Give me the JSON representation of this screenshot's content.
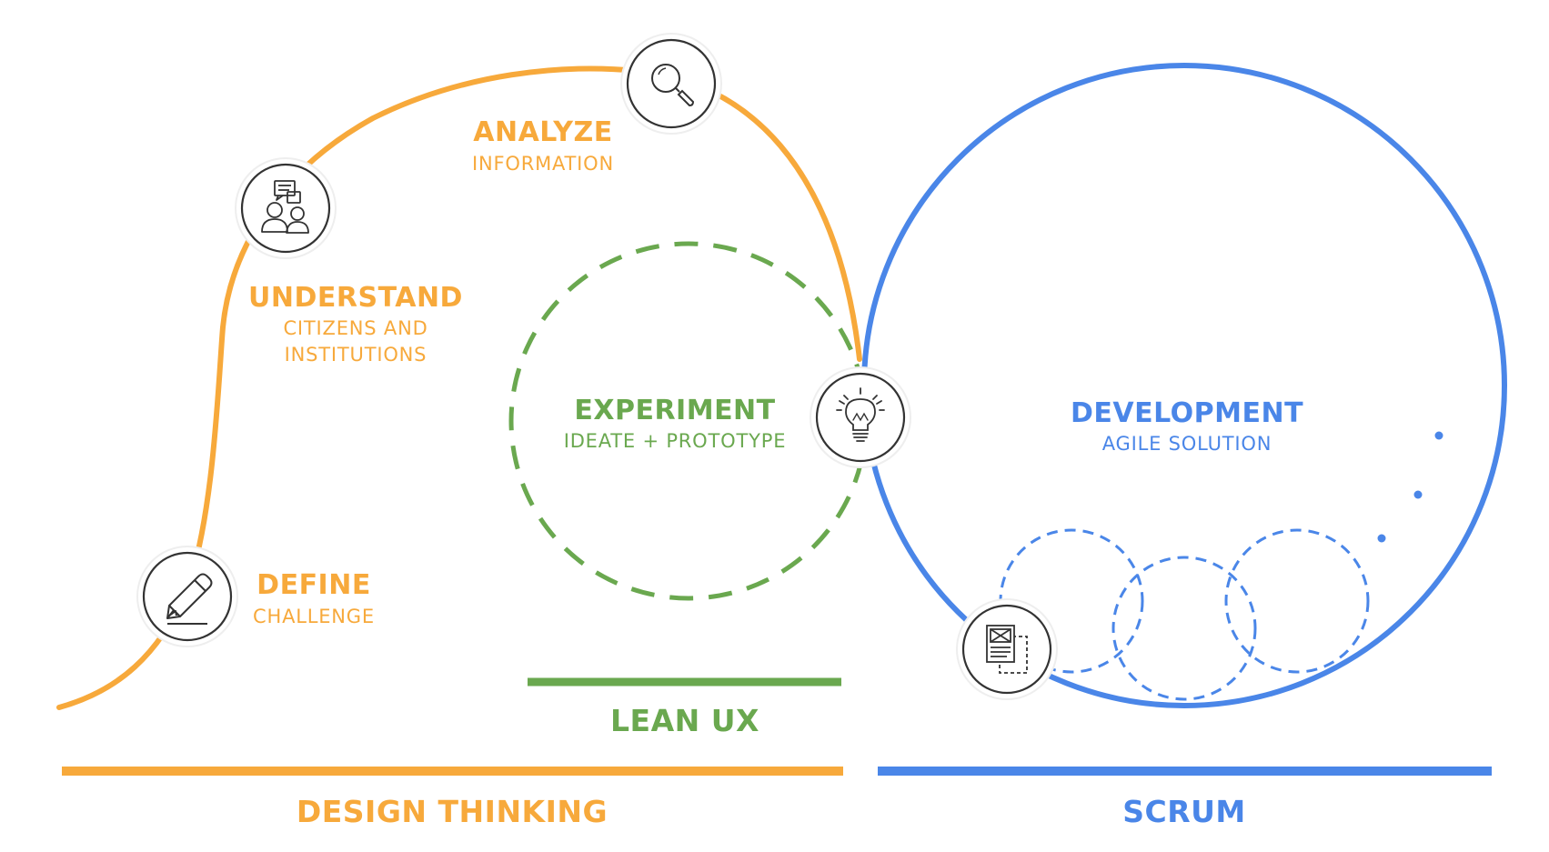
{
  "colors": {
    "design_thinking": "#F7A93B",
    "lean_ux": "#6AA84F",
    "scrum": "#4A86E8",
    "icon_stroke": "#333333",
    "node_border": "#EEEEEE"
  },
  "stages": {
    "define": {
      "title": "DEFINE",
      "sub": [
        "CHALLENGE"
      ],
      "icon": "pencil-icon"
    },
    "understand": {
      "title": "UNDERSTAND",
      "sub": [
        "CITIZENS AND",
        "INSTITUTIONS"
      ],
      "icon": "users-chat-icon"
    },
    "analyze": {
      "title": "ANALYZE",
      "sub": [
        "INFORMATION"
      ],
      "icon": "magnifier-icon"
    },
    "experiment": {
      "title": "EXPERIMENT",
      "sub": [
        "IDEATE + PROTOTYPE"
      ],
      "icon": "lightbulb-icon"
    },
    "development": {
      "title": "DEVELOPMENT",
      "sub": [
        "AGILE SOLUTION"
      ],
      "icon": "wireframe-doc-icon"
    }
  },
  "bands": {
    "lean_ux": "LEAN UX",
    "design_thinking": "DESIGN THINKING",
    "scrum": "SCRUM"
  }
}
